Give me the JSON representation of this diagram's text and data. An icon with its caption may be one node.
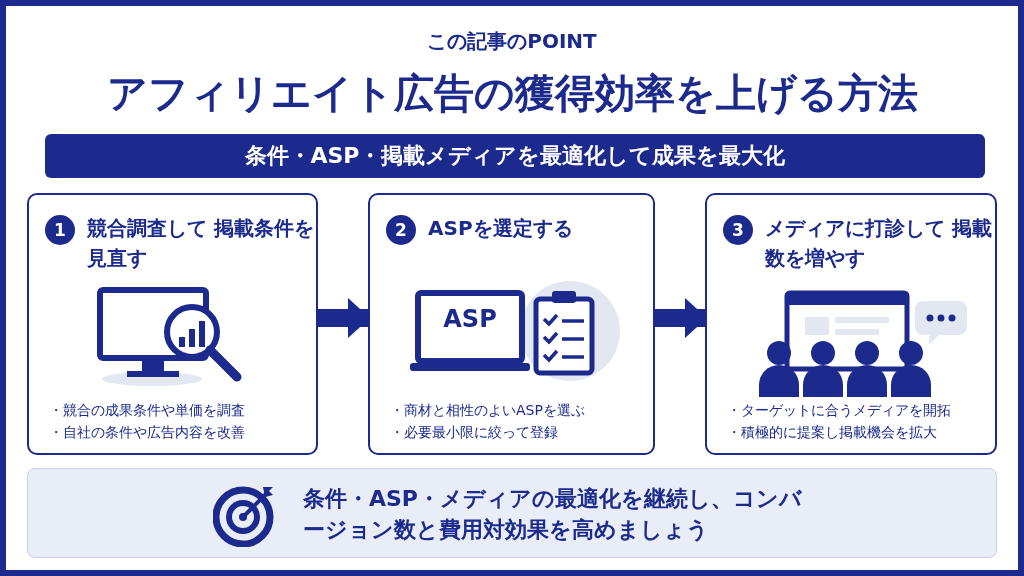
{
  "diagram": {
    "title": "アフィリエイト広告の獲得効率を上げる方法",
    "nodes": [
      {
        "text": [
          "条件・ASP・掲載メディアを最適化して成果を最大化"
        ]
      },
      {
        "text": [
          "1",
          "競合調査して 掲載条件を見直す",
          "・競合の成果条件や単価を調査",
          "・自社の条件や広告内容を改善"
        ]
      },
      {
        "text": [
          "2",
          "ASPを選定する",
          "ASP",
          "・商材と相性のよいASPを選ぶ",
          "・必要最小限に絞って登録"
        ]
      },
      {
        "text": [
          "3",
          "メディアに打診して 掲載数を増やす",
          "・ターゲットに合うメディアを開拓",
          "・積極的に提案し掲載機会を拡大"
        ]
      },
      {
        "text": [
          "条件・ASP・メディアの最適化を継続し、コンバージョン数と費用対効果を高めましょう"
        ]
      }
    ],
    "edges": [
      {
        "from": 1,
        "to": 2,
        "arrow": "to"
      },
      {
        "from": 2,
        "to": 3,
        "arrow": "to"
      }
    ],
    "labels": [
      "この記事のPOINT"
    ]
  }
}
